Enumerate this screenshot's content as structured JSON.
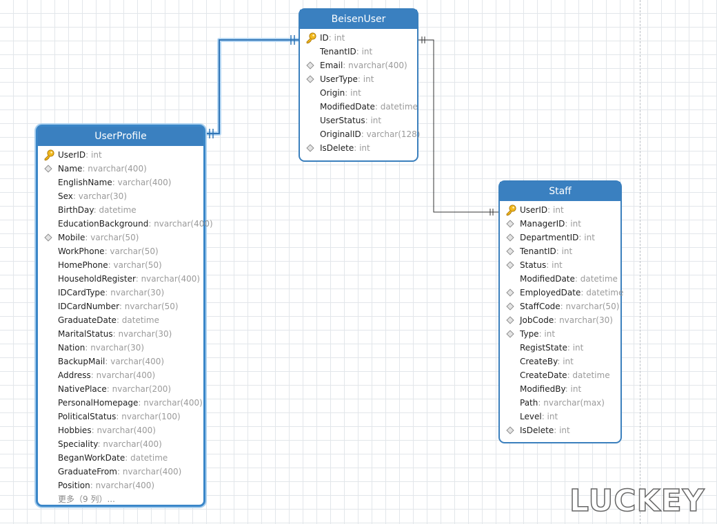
{
  "entities": [
    {
      "id": "beisenuser",
      "name": "BeisenUser",
      "selected": false,
      "attributes": [
        {
          "name": "ID",
          "type": "int",
          "key": "primary"
        },
        {
          "name": "TenantID",
          "type": "int",
          "key": "none"
        },
        {
          "name": "Email",
          "type": "nvarchar(400)",
          "key": "diamond"
        },
        {
          "name": "UserType",
          "type": "int",
          "key": "diamond"
        },
        {
          "name": "Origin",
          "type": "int",
          "key": "none"
        },
        {
          "name": "ModifiedDate",
          "type": "datetime",
          "key": "none"
        },
        {
          "name": "UserStatus",
          "type": "int",
          "key": "none"
        },
        {
          "name": "OriginalID",
          "type": "varchar(128)",
          "key": "none"
        },
        {
          "name": "IsDelete",
          "type": "int",
          "key": "diamond"
        }
      ]
    },
    {
      "id": "userprofile",
      "name": "UserProfile",
      "selected": true,
      "attributes": [
        {
          "name": "UserID",
          "type": "int",
          "key": "primary"
        },
        {
          "name": "Name",
          "type": "nvarchar(400)",
          "key": "diamond"
        },
        {
          "name": "EnglishName",
          "type": "varchar(400)",
          "key": "none"
        },
        {
          "name": "Sex",
          "type": "varchar(30)",
          "key": "none"
        },
        {
          "name": "BirthDay",
          "type": "datetime",
          "key": "none"
        },
        {
          "name": "EducationBackground",
          "type": "nvarchar(400)",
          "key": "none"
        },
        {
          "name": "Mobile",
          "type": "varchar(50)",
          "key": "diamond"
        },
        {
          "name": "WorkPhone",
          "type": "varchar(50)",
          "key": "none"
        },
        {
          "name": "HomePhone",
          "type": "varchar(50)",
          "key": "none"
        },
        {
          "name": "HouseholdRegister",
          "type": "nvarchar(400)",
          "key": "none"
        },
        {
          "name": "IDCardType",
          "type": "nvarchar(30)",
          "key": "none"
        },
        {
          "name": "IDCardNumber",
          "type": "nvarchar(50)",
          "key": "none"
        },
        {
          "name": "GraduateDate",
          "type": "datetime",
          "key": "none"
        },
        {
          "name": "MaritalStatus",
          "type": "nvarchar(30)",
          "key": "none"
        },
        {
          "name": "Nation",
          "type": "nvarchar(30)",
          "key": "none"
        },
        {
          "name": "BackupMail",
          "type": "varchar(400)",
          "key": "none"
        },
        {
          "name": "Address",
          "type": "nvarchar(400)",
          "key": "none"
        },
        {
          "name": "NativePlace",
          "type": "nvarchar(200)",
          "key": "none"
        },
        {
          "name": "PersonalHomepage",
          "type": "nvarchar(400)",
          "key": "none"
        },
        {
          "name": "PoliticalStatus",
          "type": "nvarchar(100)",
          "key": "none"
        },
        {
          "name": "Hobbies",
          "type": "nvarchar(400)",
          "key": "none"
        },
        {
          "name": "Speciality",
          "type": "nvarchar(400)",
          "key": "none"
        },
        {
          "name": "BeganWorkDate",
          "type": "datetime",
          "key": "none"
        },
        {
          "name": "GraduateFrom",
          "type": "nvarchar(400)",
          "key": "none"
        },
        {
          "name": "Position",
          "type": "nvarchar(400)",
          "key": "none"
        }
      ],
      "more_label": "更多（9 列）..."
    },
    {
      "id": "staff",
      "name": "Staff",
      "selected": false,
      "attributes": [
        {
          "name": "UserID",
          "type": "int",
          "key": "primary"
        },
        {
          "name": "ManagerID",
          "type": "int",
          "key": "diamond"
        },
        {
          "name": "DepartmentID",
          "type": "int",
          "key": "diamond"
        },
        {
          "name": "TenantID",
          "type": "int",
          "key": "diamond"
        },
        {
          "name": "Status",
          "type": "int",
          "key": "diamond"
        },
        {
          "name": "ModifiedDate",
          "type": "datetime",
          "key": "none"
        },
        {
          "name": "EmployedDate",
          "type": "datetime",
          "key": "diamond"
        },
        {
          "name": "StaffCode",
          "type": "nvarchar(50)",
          "key": "diamond"
        },
        {
          "name": "JobCode",
          "type": "nvarchar(30)",
          "key": "diamond"
        },
        {
          "name": "Type",
          "type": "int",
          "key": "diamond"
        },
        {
          "name": "RegistState",
          "type": "int",
          "key": "none"
        },
        {
          "name": "CreateBy",
          "type": "int",
          "key": "none"
        },
        {
          "name": "CreateDate",
          "type": "datetime",
          "key": "none"
        },
        {
          "name": "ModifiedBy",
          "type": "int",
          "key": "none"
        },
        {
          "name": "Path",
          "type": "nvarchar(max)",
          "key": "none"
        },
        {
          "name": "Level",
          "type": "int",
          "key": "none"
        },
        {
          "name": "IsDelete",
          "type": "int",
          "key": "diamond"
        }
      ]
    }
  ],
  "relationships": [
    {
      "from": "userprofile",
      "to": "beisenuser",
      "cardinality": "one-to-one",
      "selected": true
    },
    {
      "from": "beisenuser",
      "to": "staff",
      "cardinality": "one-to-one",
      "selected": false
    }
  ],
  "watermark": "LUCKEY",
  "colors": {
    "header": "#3a80c0",
    "border": "#3a7fbd",
    "selection_glow": "#a9cfee",
    "type_text": "#9a9a9a",
    "connector": "#333333"
  }
}
